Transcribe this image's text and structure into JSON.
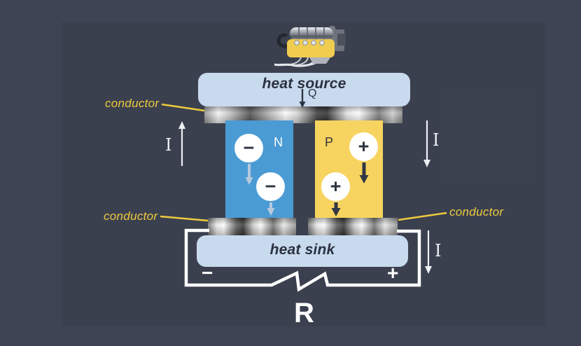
{
  "colors": {
    "background": "#3f4454",
    "plate_light_blue": "#c8daee",
    "n_type_blue": "#4a9bd4",
    "p_type_yellow": "#f7d45f",
    "conductor_label_yellow": "#eecb3e",
    "navy_text": "#2f3542",
    "circuit_white": "#ffffff",
    "electron_arrow_light": "#b7cade"
  },
  "engine": {
    "icon": "engine-icon"
  },
  "heat_source": {
    "label": "heat source",
    "heat_symbol": "Q"
  },
  "legs": {
    "n": {
      "label": "N",
      "carriers": [
        "−",
        "−"
      ]
    },
    "p": {
      "label": "P",
      "carriers": [
        "+",
        "+"
      ]
    }
  },
  "conductor_labels": {
    "top_left": "conductor",
    "bottom_left": "conductor",
    "bottom_right": "conductor"
  },
  "heat_sink": {
    "label": "heat sink"
  },
  "current_labels": {
    "left": "I",
    "right_top": "I",
    "right_bottom": "I"
  },
  "circuit": {
    "negative": "−",
    "positive": "+",
    "load_label": "R"
  }
}
